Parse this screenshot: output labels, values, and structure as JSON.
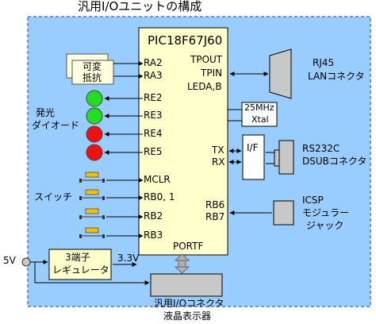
{
  "title": "汎用I/Oユニットの構成",
  "mcu": {
    "name": "PIC18F67J60",
    "pins_left": [
      "RA2",
      "RA3",
      "RE2",
      "RE3",
      "RE4",
      "RE5",
      "MCLR",
      "RB0, 1",
      "RB2",
      "RB3"
    ],
    "pins_right": [
      "TPOUT",
      "TPIN",
      "LEDA,B",
      "TX",
      "RX",
      "RB6",
      "RB7"
    ],
    "pin_bottom": "PORTF"
  },
  "variable_resistor": {
    "line1": "可変",
    "line2": "抵抗"
  },
  "led_label": {
    "line1": "発光",
    "line2": "ダイオード"
  },
  "led_colors": [
    "#22dd22",
    "#22dd22",
    "#ee1111",
    "#ee1111"
  ],
  "switch_label": "スイッチ",
  "crystal": {
    "line1": "25MHz",
    "line2": "Xtal"
  },
  "interface_block": "I/F",
  "rj45": {
    "line1": "RJ45",
    "line2": "LANコネクタ"
  },
  "rs232": {
    "line1": "RS232C",
    "line2": "DSUBコネクタ"
  },
  "icsp": {
    "line1": "ICSP",
    "line2": "モジュラー",
    "line3": "ジャック"
  },
  "regulator": {
    "line1": "3端子",
    "line2": "レギュレータ"
  },
  "voltage_in": "5V",
  "voltage_out": "3.3V",
  "bottom_connector": {
    "line1": "汎用I/Oコネクタ",
    "line2": "液晶表示器"
  },
  "colors": {
    "board_fill": "#99ccff",
    "board_border": "#4f7fbf",
    "mcu_fill": "#ffffcc",
    "component_fill": "#c8c8c8",
    "resistor_fill": "#ffffe0",
    "switch_fill": "#f0c000"
  }
}
